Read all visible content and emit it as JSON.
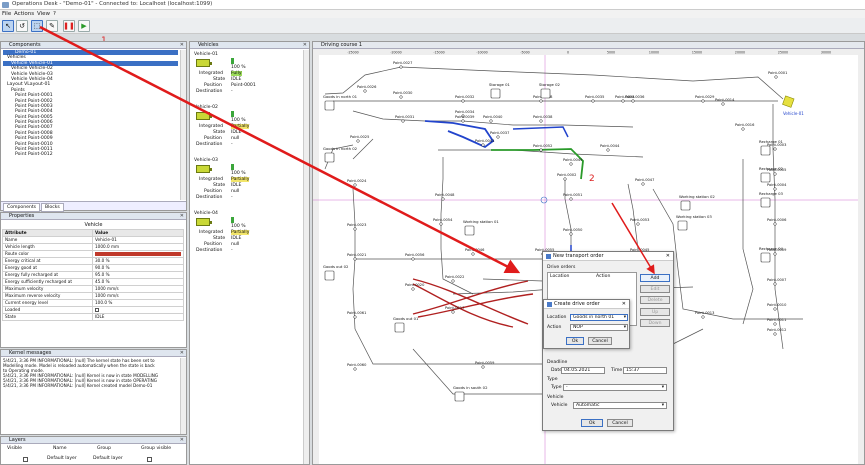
{
  "window": {
    "title": "Operations Desk - \"Demo-01\" - Connected to: Localhost (localhost:1099)"
  },
  "menu": [
    "File",
    "Actions",
    "View",
    "?"
  ],
  "toolbar": {
    "icons": [
      "cursor-icon",
      "undo-icon",
      "cursor-select-icon",
      "create-order-icon",
      "pause-icon",
      "play-icon"
    ]
  },
  "annotations": {
    "one": "1",
    "two": "2"
  },
  "components": {
    "title": "Components",
    "items": [
      {
        "label": "Demo-01",
        "selected": true
      },
      {
        "label": "Vehicles",
        "selected": false
      },
      {
        "label": "Vehicle Vehicle-01",
        "selected": true
      },
      {
        "label": "Vehicle Vehicle-02",
        "selected": false
      },
      {
        "label": "Vehicle Vehicle-03",
        "selected": false
      },
      {
        "label": "Vehicle Vehicle-04",
        "selected": false
      },
      {
        "label": "Layout VLayout-01",
        "selected": false
      },
      {
        "label": "Points",
        "selected": false
      },
      {
        "label": "Point Point-0001",
        "selected": false
      },
      {
        "label": "Point Point-0002",
        "selected": false
      },
      {
        "label": "Point Point-0003",
        "selected": false
      },
      {
        "label": "Point Point-0004",
        "selected": false
      },
      {
        "label": "Point Point-0005",
        "selected": false
      },
      {
        "label": "Point Point-0006",
        "selected": false
      },
      {
        "label": "Point Point-0007",
        "selected": false
      },
      {
        "label": "Point Point-0008",
        "selected": false
      },
      {
        "label": "Point Point-0009",
        "selected": false
      },
      {
        "label": "Point Point-0010",
        "selected": false
      },
      {
        "label": "Point Point-0011",
        "selected": false
      },
      {
        "label": "Point Point-0012",
        "selected": false
      }
    ],
    "tabs": [
      "Components",
      "Blocks"
    ]
  },
  "properties": {
    "title": "Properties",
    "subtitle": "Vehicle",
    "headers": [
      "Attribute",
      "Value"
    ],
    "rows": [
      [
        "Name",
        "Vehicle-01"
      ],
      [
        "Vehicle length",
        "1000.0 mm"
      ],
      [
        "Route color",
        ""
      ],
      [
        "Energy critical at",
        "30.0 %"
      ],
      [
        "Energy good at",
        "90.0 %"
      ],
      [
        "Energy fully recharged at",
        "95.0 %"
      ],
      [
        "Energy sufficiently recharged at",
        "45.0 %"
      ],
      [
        "Maximum velocity",
        "1000 mm/s"
      ],
      [
        "Maximum reverse velocity",
        "1000 mm/s"
      ],
      [
        "Current energy level",
        "100.0 %"
      ],
      [
        "Loaded",
        ""
      ],
      [
        "State",
        "IDLE"
      ]
    ]
  },
  "kernel": {
    "title": "Kernel messages",
    "lines": [
      "5/4/21, 3:36 PM INFORMATIONAL: [null] The kernel state has been set to",
      "Modelling mode. Model is reloaded automatically when the state is back",
      "to Operating mode.",
      "5/4/21, 3:36 PM INFORMATIONAL: [null] Kernel is now in state MODELLING",
      "5/4/21, 3:36 PM INFORMATIONAL: [null] Kernel is now in state OPERATING",
      "5/4/21, 3:36 PM INFORMATIONAL: [null] Kernel created model Demo-01"
    ]
  },
  "layers": {
    "title": "Layers",
    "headers": [
      "Visible",
      "Name",
      "Group",
      "Group visible"
    ],
    "row": [
      "",
      "Default layer",
      "Default layer",
      ""
    ]
  },
  "vehicles": {
    "title": "Vehicles",
    "labels": {
      "integrated": "Integrated",
      "state": "State",
      "position": "Position",
      "destination": "Destination"
    },
    "cards": [
      {
        "name": "Vehicle-01",
        "pct": "100 %",
        "integrated": "Fully",
        "state": "IDLE",
        "position": "Point-0001",
        "destination": "-"
      },
      {
        "name": "Vehicle-02",
        "pct": "100 %",
        "integrated": "Partially",
        "state": "IDLE",
        "position": "null",
        "destination": "-"
      },
      {
        "name": "Vehicle-03",
        "pct": "100 %",
        "integrated": "Partially",
        "state": "IDLE",
        "position": "null",
        "destination": "-"
      },
      {
        "name": "Vehicle-04",
        "pct": "100 %",
        "integrated": "Partially",
        "state": "IDLE",
        "position": "null",
        "destination": "-"
      }
    ]
  },
  "course": {
    "title": "Driving course 1",
    "ruler": [
      "-25000",
      "-20000",
      "-15000",
      "-10000",
      "-5000",
      "0",
      "5000",
      "10000",
      "15000",
      "20000",
      "25000",
      "30000"
    ],
    "points": [
      "Point-0027",
      "Point-0026",
      "Point-0030",
      "Point-0032",
      "Point-0034",
      "Point-0039",
      "Point-0040",
      "Point-0028",
      "Point-0033",
      "Point-0035",
      "Point-0036",
      "Point-0029",
      "Point-0014",
      "Point-0001",
      "Point-0025",
      "Point-0038",
      "Point-0037",
      "Point-0031",
      "Point-0016",
      "Point-0043",
      "Point-0052",
      "Point-0049",
      "Point-0044",
      "Point-0003",
      "Point-0024",
      "Point-0048",
      "Point-0047",
      "Point-0004",
      "Point-0051",
      "Point-0002",
      "Point-0005",
      "Point-0054",
      "Point-0053",
      "Point-0023",
      "Point-0006",
      "Point-0050",
      "Point-0009",
      "Point-0055",
      "Point-0045",
      "Point-0046",
      "Point-0007",
      "Point-0021",
      "Point-0056",
      "Point-0022",
      "Point-0010",
      "Point-0020",
      "Point-0011",
      "Point-0017",
      "Point-0061",
      "Point-0013",
      "Point-0012",
      "Point-0060",
      "Point-0059",
      "Point-0058"
    ],
    "locations": [
      "Goods in north 01",
      "Storage 01",
      "Storage 02",
      "Goods in north 02",
      "Working station 01",
      "Working station 02",
      "Working station 03",
      "Goods out 02",
      "Goods out 01",
      "Goods in south 02",
      "Recharge 01",
      "Recharge 02",
      "Recharge 03",
      "Recharge 04"
    ],
    "vehicle_label": "Vehicle-01"
  },
  "transport_dialog": {
    "title": "New transport order",
    "drive_orders": "Drive orders",
    "col_location": "Location",
    "col_action": "Action",
    "buttons": [
      "Add",
      "Edit",
      "Delete",
      "Up",
      "Down"
    ],
    "deadline": "Deadline",
    "date_label": "Date",
    "date_value": "04.05.2021",
    "time_label": "Time",
    "time_value": "15:37",
    "type": "Type",
    "type_value": "-",
    "vehicle_section": "Vehicle",
    "vehicle_label": "Vehicle",
    "vehicle_value": "Automatic",
    "ok": "Ok",
    "cancel": "Cancel"
  },
  "drive_dialog": {
    "title": "Create drive order",
    "location_label": "Location",
    "location_value": "Goods in north 01",
    "action_label": "Action",
    "action_value": "NOP",
    "ok": "Ok",
    "cancel": "Cancel"
  },
  "colors": {
    "selection": "#3b70c4",
    "route": "#c0392b",
    "green": "#2a9a2a",
    "blue": "#2244cc",
    "battery": "#c9d836"
  }
}
